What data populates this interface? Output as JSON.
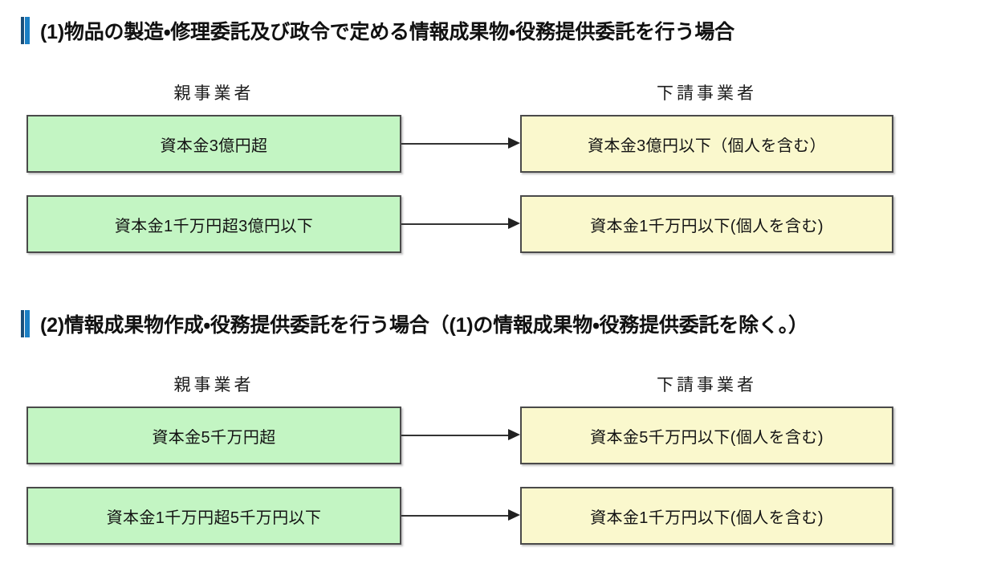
{
  "sections": [
    {
      "heading": "(1)物品の製造・修理委託及び政令で定める情報成果物・役務提供委託を行う場合",
      "columns": {
        "parent": "親事業者",
        "sub": "下請事業者"
      },
      "rows": [
        {
          "parent": "資本金3億円超",
          "sub": "資本金3億円以下（個人を含む）"
        },
        {
          "parent": "資本金1千万円超3億円以下",
          "sub": "資本金1千万円以下(個人を含む)"
        }
      ]
    },
    {
      "heading": "(2)情報成果物作成・役務提供委託を行う場合（(1)の情報成果物・役務提供委託を除く。）",
      "columns": {
        "parent": "親事業者",
        "sub": "下請事業者"
      },
      "rows": [
        {
          "parent": "資本金5千万円超",
          "sub": "資本金5千万円以下(個人を含む)"
        },
        {
          "parent": "資本金1千万円超5千万円以下",
          "sub": "資本金1千万円以下(個人を含む)"
        }
      ]
    }
  ],
  "colors": {
    "parent_fill": "#c3f5c3",
    "sub_fill": "#faf8cd",
    "node_border": "#4a4a4a",
    "accent_dark": "#1a4f7a",
    "accent_light": "#1b7fc4",
    "arrow": "#333333"
  }
}
